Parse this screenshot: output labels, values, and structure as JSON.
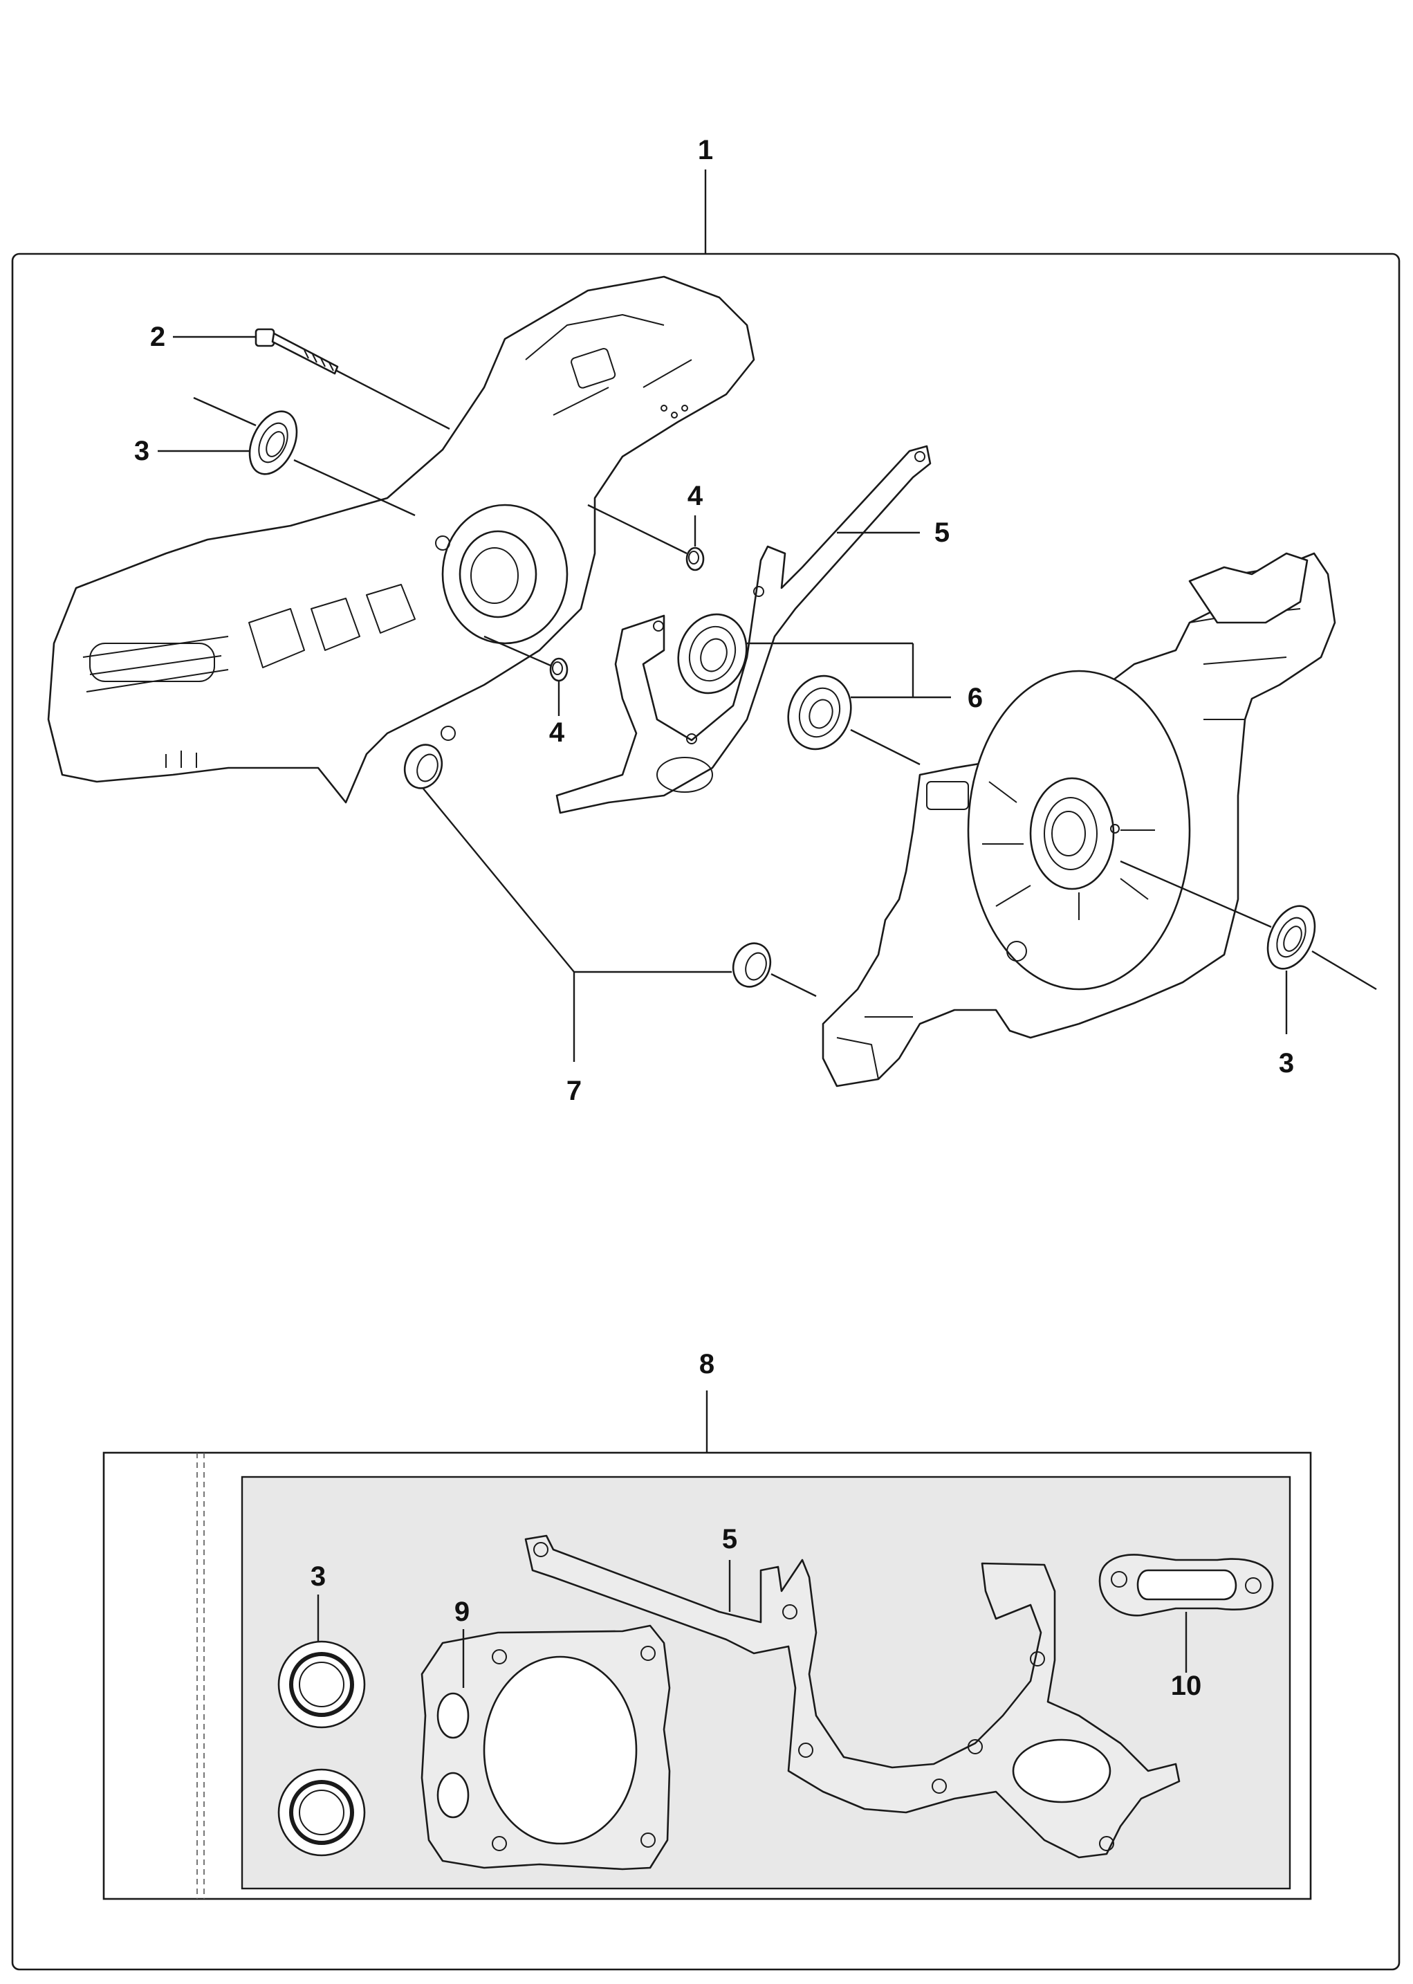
{
  "callouts": {
    "c1": "1",
    "c2": "2",
    "c3a": "3",
    "c3b": "3",
    "c3c": "3",
    "c4a": "4",
    "c4b": "4",
    "c5a": "5",
    "c5b": "5",
    "c6": "6",
    "c7": "7",
    "c8": "8",
    "c9": "9",
    "c10": "10"
  }
}
